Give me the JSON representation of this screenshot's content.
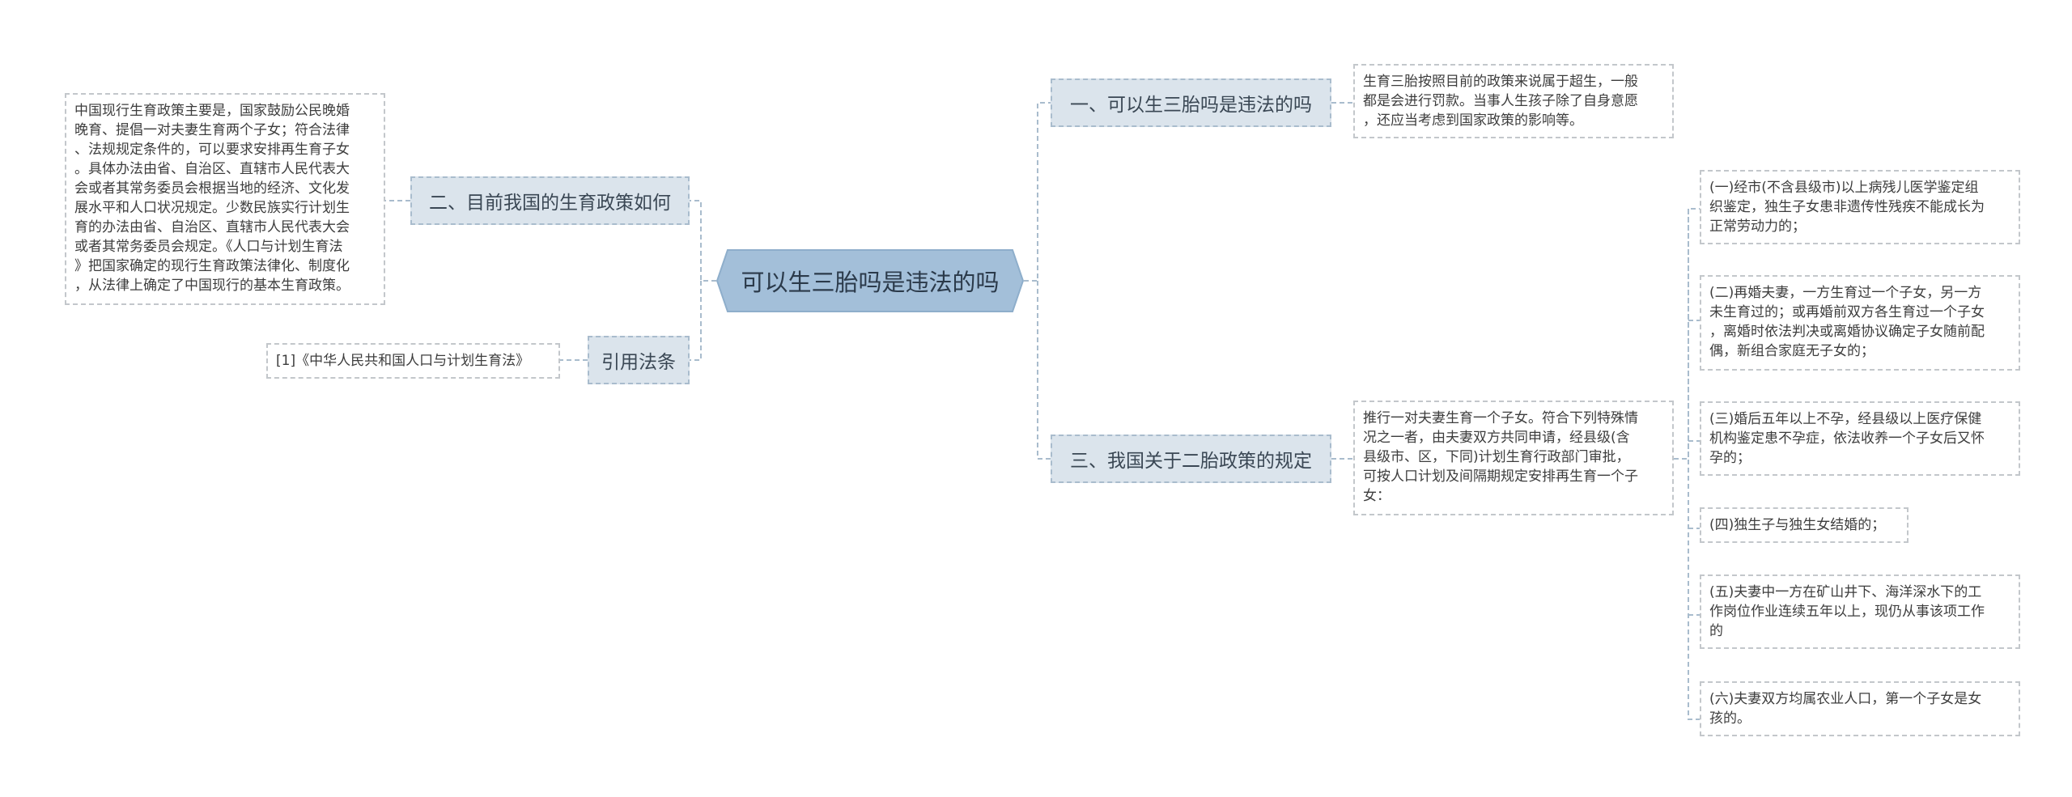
{
  "root": {
    "label": "可以生三胎吗是违法的吗"
  },
  "branches": {
    "b1": {
      "label": "一、可以生三胎吗是违法的吗"
    },
    "b2": {
      "label": "二、目前我国的生育政策如何"
    },
    "b3": {
      "label": "三、我国关于二胎政策的规定"
    },
    "b4": {
      "label": "引用法条"
    }
  },
  "leaves": {
    "l1": "生育三胎按照目前的政策来说属于超生，一般\n都是会进行罚款。当事人生孩子除了自身意愿\n，还应当考虑到国家政策的影响等。",
    "l2": "中国现行生育政策主要是，国家鼓励公民晚婚\n晚育、提倡一对夫妻生育两个子女；符合法律\n、法规规定条件的，可以要求安排再生育子女\n。具体办法由省、自治区、直辖市人民代表大\n会或者其常务委员会根据当地的经济、文化发\n展水平和人口状况规定。少数民族实行计划生\n育的办法由省、自治区、直辖市人民代表大会\n或者其常务委员会规定。《人口与计划生育法\n》把国家确定的现行生育政策法律化、制度化\n，从法律上确定了中国现行的基本生育政策。",
    "l3": "推行一对夫妻生育一个子女。符合下列特殊情\n况之一者，由夫妻双方共同申请，经县级(含\n县级市、区，下同)计划生育行政部门审批，\n可按人口计划及间隔期规定安排再生育一个子\n女：",
    "l4": "[1]《中华人民共和国人口与计划生育法》",
    "s1": "(一)经市(不含县级市)以上病残儿医学鉴定组\n织鉴定，独生子女患非遗传性残疾不能成长为\n正常劳动力的；",
    "s2": "(二)再婚夫妻，一方生育过一个子女，另一方\n未生育过的；或再婚前双方各生育过一个子女\n，离婚时依法判决或离婚协议确定子女随前配\n偶，新组合家庭无子女的；",
    "s3": "(三)婚后五年以上不孕，经县级以上医疗保健\n机构鉴定患不孕症，依法收养一个子女后又怀\n孕的；",
    "s4": "(四)独生子与独生女结婚的；",
    "s5": "(五)夫妻中一方在矿山井下、海洋深水下的工\n作岗位作业连续五年以上，现仍从事该项工作\n的",
    "s6": "(六)夫妻双方均属农业人口，第一个子女是女\n孩的。"
  },
  "colors": {
    "root_fill": "#a3bfd9",
    "root_border": "#8eaecb",
    "branch_fill": "#dbe4ec",
    "branch_border": "#a9bccd",
    "leaf_border": "#c3c7cb",
    "connector": "#a9bccd"
  }
}
